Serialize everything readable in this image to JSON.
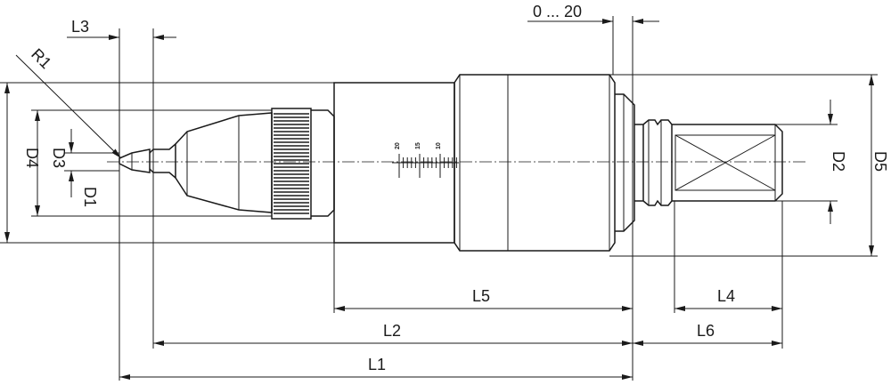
{
  "labels": {
    "L1": "L1",
    "L2": "L2",
    "L3": "L3",
    "L4": "L4",
    "L5": "L5",
    "L6": "L6",
    "D1": "D1",
    "D2": "D2",
    "D3": "D3",
    "D4": "D4",
    "D5": "D5",
    "R1": "R1",
    "adjust_range": "0 ... 20"
  },
  "scale_marks": [
    "20",
    "15",
    "10"
  ]
}
